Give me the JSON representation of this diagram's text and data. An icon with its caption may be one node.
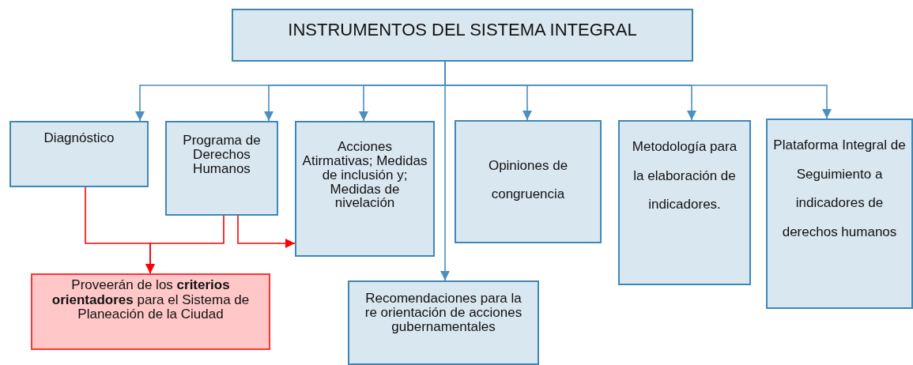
{
  "diagram": {
    "nodes": [
      {
        "text": [
          "INSTRUMENTOS DEL SISTEMA INTEGRAL"
        ]
      },
      {
        "text": [
          "Diagnóstico"
        ]
      },
      {
        "text": [
          "Programa de Derechos Humanos"
        ]
      },
      {
        "text": [
          "Acciones Atirmativas; Medidas de inclusión y; Medidas de nivelación"
        ]
      },
      {
        "text": [
          "Opiniones de congruencia"
        ]
      },
      {
        "text": [
          "Metodología para la elaboración de indicadores."
        ]
      },
      {
        "text": [
          "Plataforma Integral de Seguimiento a indicadores de derechos humanos"
        ]
      },
      {
        "text": [
          "Recomendaciones para la re orientación de acciones gubernamentales"
        ]
      },
      {
        "text": [
          "Proveerán de los **criterios orientadores** para el Sistema de Planeación de la Ciudad"
        ]
      }
    ],
    "edges": [
      {
        "from": 0,
        "to": 1,
        "arrow": "to"
      },
      {
        "from": 0,
        "to": 2,
        "arrow": "to"
      },
      {
        "from": 0,
        "to": 3,
        "arrow": "to"
      },
      {
        "from": 0,
        "to": 4,
        "arrow": "to"
      },
      {
        "from": 0,
        "to": 5,
        "arrow": "to"
      },
      {
        "from": 0,
        "to": 6,
        "arrow": "to"
      },
      {
        "from": 0,
        "to": 7,
        "arrow": "to"
      },
      {
        "from": 1,
        "to": 8,
        "arrow": "to",
        "color": "#ff0000"
      },
      {
        "from": 2,
        "to": 8,
        "arrow": "to",
        "color": "#ff0000"
      },
      {
        "from": 2,
        "to": 3,
        "arrow": "to",
        "color": "#ff0000"
      }
    ]
  }
}
